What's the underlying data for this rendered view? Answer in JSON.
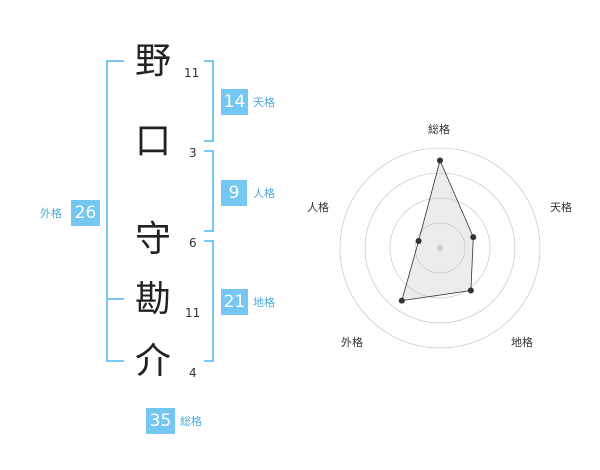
{
  "name": {
    "chars": [
      {
        "char": "野",
        "strokes": "11"
      },
      {
        "char": "口",
        "strokes": "3"
      },
      {
        "char": "守",
        "strokes": "6"
      },
      {
        "char": "勘",
        "strokes": "11"
      },
      {
        "char": "介",
        "strokes": "4"
      }
    ]
  },
  "kakaku": {
    "tenkaku": {
      "value": "14",
      "label": "天格"
    },
    "jinkaku": {
      "value": "9",
      "label": "人格"
    },
    "chikaku": {
      "value": "21",
      "label": "地格"
    },
    "gaikaku": {
      "value": "26",
      "label": "外格"
    },
    "soukaku": {
      "value": "35",
      "label": "総格"
    }
  },
  "colors": {
    "accent": "#75C6F0",
    "accent_text": "#4FA8D8"
  },
  "chart_data": {
    "type": "radar",
    "axes": [
      "総格",
      "天格",
      "地格",
      "外格",
      "人格"
    ],
    "values": [
      35,
      14,
      21,
      26,
      9
    ],
    "rings": 4
  }
}
